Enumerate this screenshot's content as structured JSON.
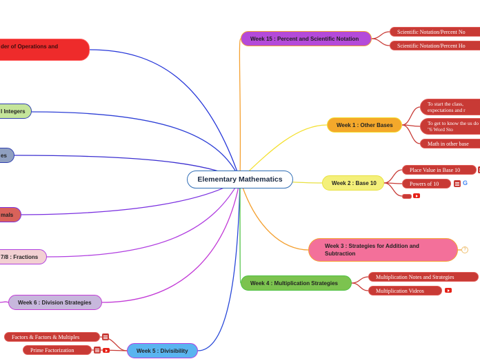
{
  "center": {
    "title": "Elementary Mathematics"
  },
  "topics": {
    "order_ops": "der of Operations and",
    "integers": "l Integers",
    "es": "es",
    "decimals": "mals",
    "fractions": "7/8 : Fractions",
    "division": "Week 6 : Division Strategies",
    "divisibility": "Week 5 : Divisibility",
    "week15": "Week 15 : Percent and Scientific Notation",
    "week1": "Week 1 : Other Bases",
    "week2": "Week 2 : Base 10",
    "week3": "Week 3 : Strategies for Addition and Subtraction",
    "week4": "Week 4 : Multiplication Strategies"
  },
  "subtopics": {
    "sci_notes": "Scientific Notation/Percent No",
    "sci_hw": "Scientific Notation/Percent Ho",
    "start_class": "To start the class, expectations and r",
    "get_to_know": "To get to know the us do \"6 Word Sto",
    "math_other_bases": "Math in other base",
    "place_value": "Place Value in Base 10",
    "powers_of_10": "Powers of 10",
    "mult_notes": "Multiplication Notes and Strategies",
    "mult_videos": "Multiplication Videos",
    "factors": "Factors & Factors & Multiples",
    "prime": "Prime Factorization"
  },
  "colors": {
    "center_border": "#2f6db5",
    "subtopic": "#c83a35",
    "order_ops": "#ee2b2b",
    "integers": "#c5e59a",
    "es": "#8f9fc0",
    "decimals": "#d9625a",
    "fractions": "#f2d0d2",
    "division": "#c7b7dc",
    "divisibility": "#5ab4f0",
    "week15": "#b44ad9",
    "week1": "#f4a82b",
    "week2": "#f4f07a",
    "week3": "#f3709a",
    "week4": "#7cc34f"
  },
  "icons": [
    "notes-icon",
    "youtube-icon",
    "google-icon",
    "help-icon"
  ]
}
